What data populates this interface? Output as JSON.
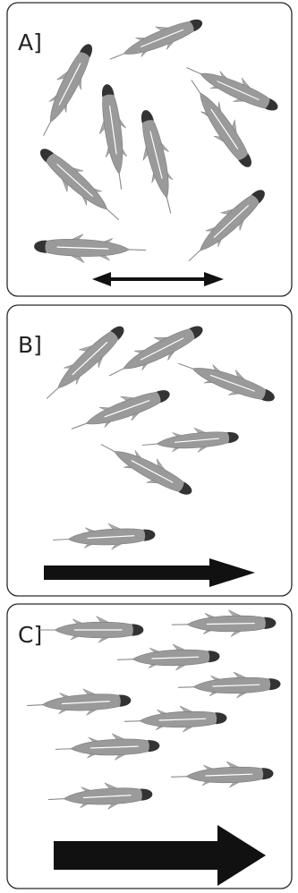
{
  "figure": {
    "panels": [
      {
        "id": "a",
        "label": "A]",
        "arrow": "bidirectional"
      },
      {
        "id": "b",
        "label": "B]",
        "arrow": "right"
      },
      {
        "id": "c",
        "label": "C]",
        "arrow": "right"
      }
    ]
  },
  "colors": {
    "fish_body": "#9a9a9a",
    "fish_head": "#333333",
    "arrow": "#111111",
    "frame": "#2a2a2a"
  }
}
